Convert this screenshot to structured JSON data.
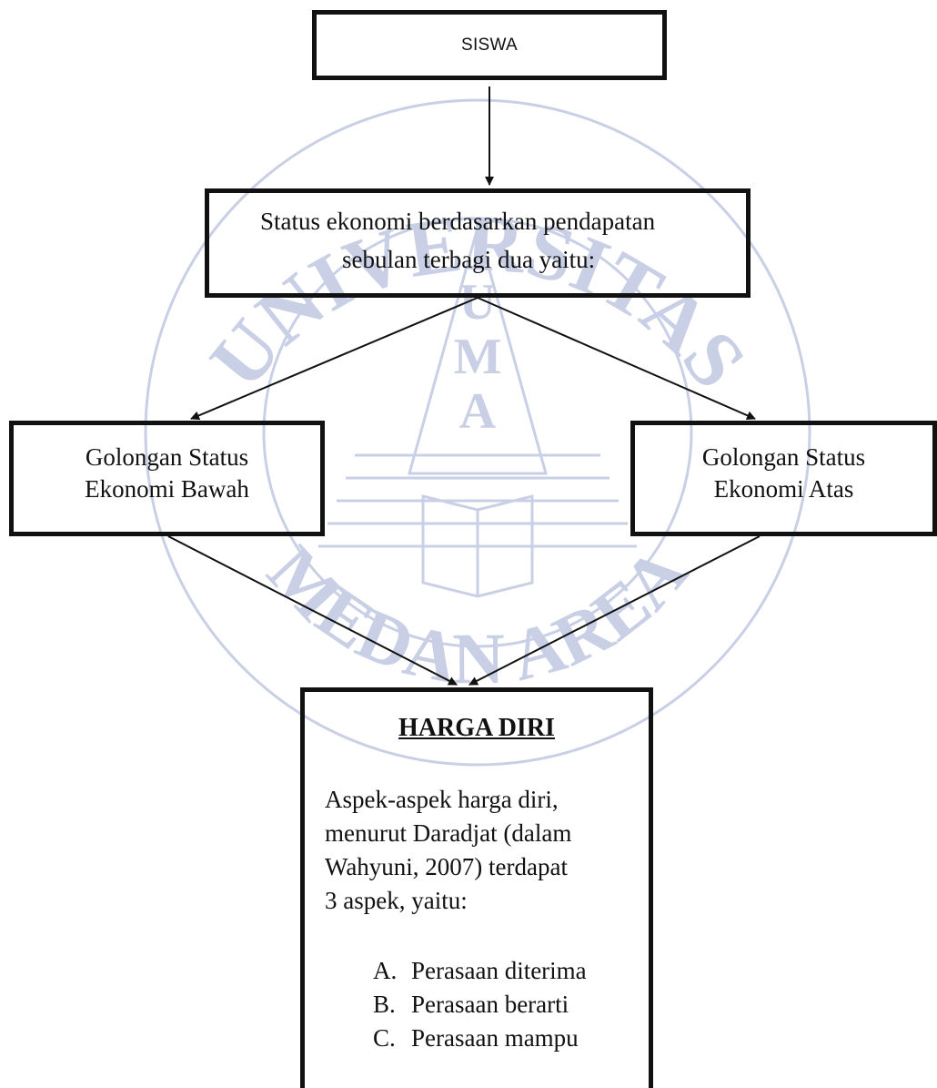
{
  "diagram": {
    "siswa_label": "SISWA",
    "status_box": {
      "line1": "Status ekonomi berdasarkan pendapatan",
      "line2": "sebulan terbagi dua yaitu:"
    },
    "bawah_box": {
      "line1": "Golongan Status",
      "line2": "Ekonomi Bawah"
    },
    "atas_box": {
      "line1": "Golongan Status",
      "line2": "Ekonomi Atas"
    },
    "harga_box": {
      "title": "HARGA DIRI",
      "paragraph_lines": [
        "Aspek-aspek harga diri,",
        "menurut Daradjat (dalam",
        "Wahyuni, 2007) terdapat",
        "3 aspek, yaitu:"
      ],
      "list": [
        {
          "marker": "A.",
          "text": "Perasaan diterima"
        },
        {
          "marker": "B.",
          "text": "Perasaan berarti"
        },
        {
          "marker": "C.",
          "text": "Perasaan mampu"
        }
      ]
    }
  },
  "watermark": {
    "top_text": "UNIVERSITAS",
    "bottom_text": "MEDAN AREA",
    "vertical_letters": [
      "U",
      "M",
      "A"
    ],
    "color": "#c9d0e6"
  },
  "colors": {
    "stroke": "#111111",
    "text": "#111111"
  }
}
